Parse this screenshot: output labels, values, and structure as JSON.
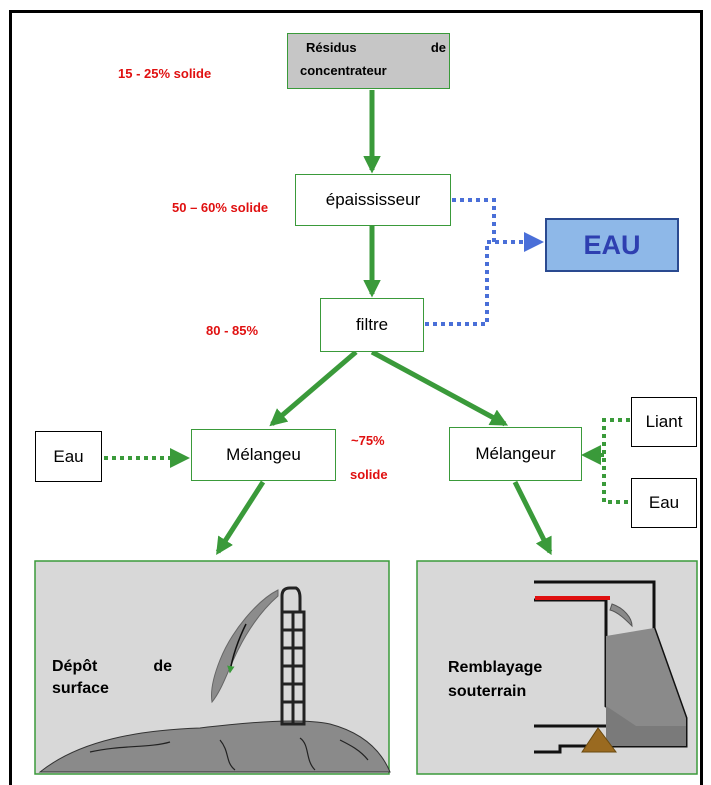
{
  "nodes": {
    "residus_line1_a": "Résidus",
    "residus_line1_b": "de",
    "residus_line2": "concentrateur",
    "epaississeur": "épaississeur",
    "filtre": "filtre",
    "eau_main": "EAU",
    "eau_left": "Eau",
    "melangeur_left": "Mélangeu",
    "melangeur_right": "Mélangeur",
    "liant": "Liant",
    "eau_right": "Eau"
  },
  "notes": {
    "solid_15_25": "15 - 25% solide",
    "solid_50_60": "50 – 60% solide",
    "solid_80_85": "80 - 85%",
    "solid_75_a": "~75%",
    "solid_75_b": "solide"
  },
  "panels": {
    "surface_a": "Dépôt",
    "surface_b": "de",
    "surface_c": "surface",
    "underground_a": "Remblayage",
    "underground_b": "souterrain"
  },
  "colors": {
    "flow_green": "#3a9a3a",
    "water_blue": "#4a6fd8",
    "note_red": "#e01010",
    "eau_fill": "#8eb8e8"
  }
}
